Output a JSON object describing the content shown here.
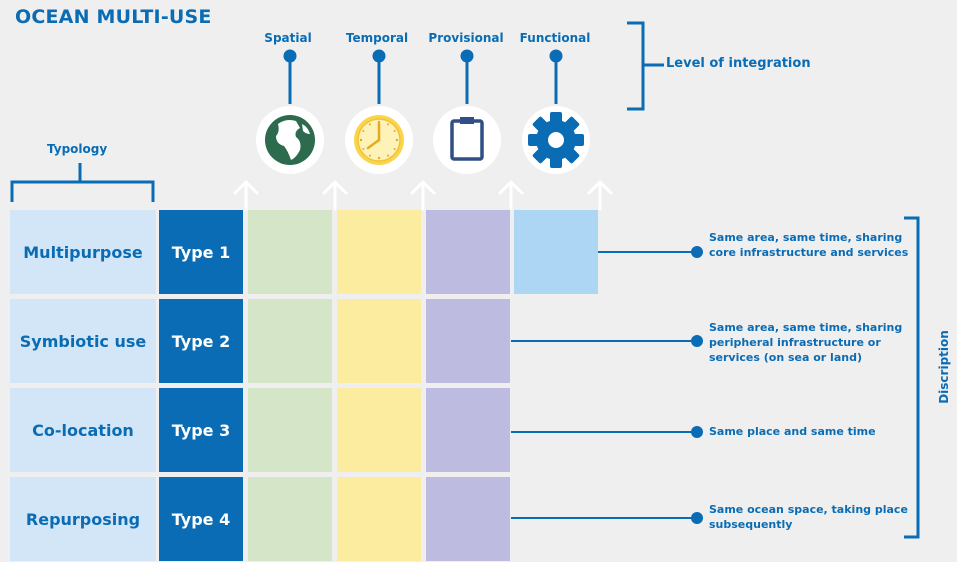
{
  "title": "OCEAN MULTI-USE",
  "integration": {
    "label": "Level of integration",
    "levels": [
      {
        "label": "Spatial",
        "icon": "globe-icon"
      },
      {
        "label": "Temporal",
        "icon": "clock-icon"
      },
      {
        "label": "Provisional",
        "icon": "clipboard-icon"
      },
      {
        "label": "Functional",
        "icon": "gear-icon"
      }
    ]
  },
  "typology_label": "Typology",
  "description_label": "Discription",
  "rows": [
    {
      "name": "Multipurpose",
      "type": "Type 1",
      "description": "Same area, same time, sharing core infrastructure and services"
    },
    {
      "name": "Symbiotic use",
      "type": "Type 2",
      "description": "Same area, same time, sharing peripheral infrastructure or services (on sea or land)"
    },
    {
      "name": "Co-location",
      "type": "Type 3",
      "description": "Same place and same time"
    },
    {
      "name": "Repurposing",
      "type": "Type 4",
      "description": "Same ocean space, taking place subsequently"
    }
  ],
  "colors": {
    "accent": "#0a6cb4",
    "row_label_bg": "#d2e6f7",
    "spatial": "#d5e5c8",
    "temporal": "#fbec9f",
    "provisional": "#bdbbe0",
    "functional": "#acd6f3",
    "background": "#efefef"
  }
}
